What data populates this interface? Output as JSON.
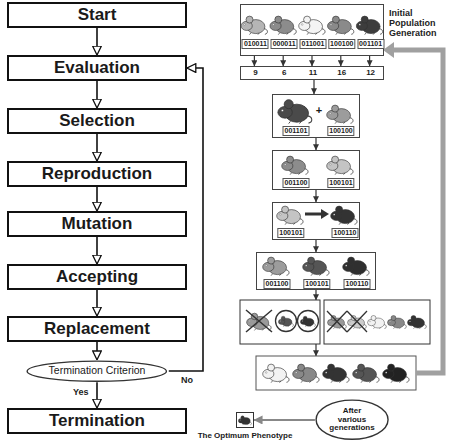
{
  "diagram": {
    "nodes": [
      {
        "text": [
          "Start"
        ]
      },
      {
        "text": [
          "Evaluation"
        ]
      },
      {
        "text": [
          "Selection"
        ]
      },
      {
        "text": [
          "Reproduction"
        ]
      },
      {
        "text": [
          "Mutation"
        ]
      },
      {
        "text": [
          "Accepting"
        ]
      },
      {
        "text": [
          "Replacement"
        ]
      },
      {
        "text": [
          "Termination Criterion"
        ]
      },
      {
        "text": [
          "Termination"
        ]
      },
      {
        "text": [
          "010011",
          "000011",
          "011001",
          "100100",
          "001101"
        ]
      },
      {
        "text": [
          "9",
          "6",
          "11",
          "16",
          "12"
        ]
      },
      {
        "text": [
          "001101",
          "+",
          "100100"
        ]
      },
      {
        "text": [
          "001100",
          "100101"
        ]
      },
      {
        "text": [
          "100101",
          "100110"
        ]
      },
      {
        "text": [
          "001100",
          "100101",
          "100110"
        ]
      },
      {
        "text": [
          "The Optimum Phenotype"
        ]
      },
      {
        "text": [
          "After various generations"
        ]
      }
    ],
    "edges": [
      {
        "from": 0,
        "to": 1,
        "arrow": "to"
      },
      {
        "from": 1,
        "to": 2,
        "arrow": "to"
      },
      {
        "from": 2,
        "to": 3,
        "arrow": "to"
      },
      {
        "from": 3,
        "to": 4,
        "arrow": "to"
      },
      {
        "from": 4,
        "to": 5,
        "arrow": "to"
      },
      {
        "from": 5,
        "to": 6,
        "arrow": "to"
      },
      {
        "from": 6,
        "to": 7,
        "arrow": "to"
      },
      {
        "from": 7,
        "to": 8,
        "label": "Yes",
        "arrow": "to"
      },
      {
        "from": 7,
        "to": 1,
        "label": "No",
        "arrow": "to"
      },
      {
        "from": 9,
        "to": 10,
        "arrow": "to"
      },
      {
        "from": 9,
        "to": 10,
        "arrow": "to"
      },
      {
        "from": 9,
        "to": 10,
        "arrow": "to"
      },
      {
        "from": 9,
        "to": 10,
        "arrow": "to"
      },
      {
        "from": 9,
        "to": 10,
        "arrow": "to"
      },
      {
        "from": 10,
        "to": 11,
        "arrow": "to"
      },
      {
        "from": 11,
        "to": 12,
        "arrow": "to"
      },
      {
        "from": 12,
        "to": 13,
        "arrow": "to"
      },
      {
        "from": 13,
        "to": 14,
        "arrow": "to"
      },
      {
        "from": 16,
        "to": 15,
        "arrow": "to"
      }
    ],
    "labels": [
      "Initial Population Generation"
    ]
  }
}
